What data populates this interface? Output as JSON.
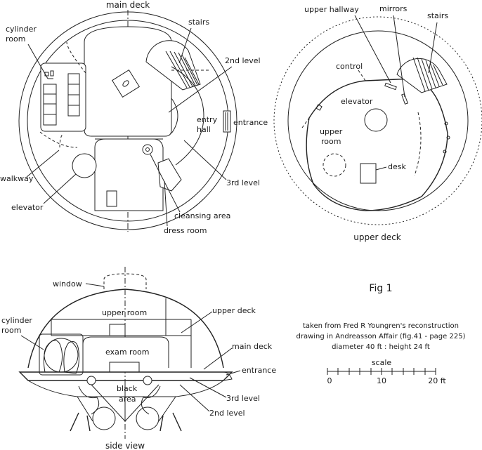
{
  "main_deck": {
    "title": "main deck",
    "labels": {
      "cylinder_room_1": "cylinder",
      "cylinder_room_2": "room",
      "stairs": "stairs",
      "second_level": "2nd level",
      "entry_hall_1": "entry",
      "entry_hall_2": "hall",
      "entrance": "entrance",
      "third_level": "3rd level",
      "walkway": "walkway",
      "elevator": "elevator",
      "cleansing_area": "cleansing area",
      "dress_room": "dress room"
    }
  },
  "upper_deck": {
    "title": "upper deck",
    "labels": {
      "upper_hallway": "upper hallway",
      "mirrors": "mirrors",
      "stairs": "stairs",
      "control": "control",
      "elevator": "elevator",
      "upper_room_1": "upper",
      "upper_room_2": "room",
      "desk": "desk"
    }
  },
  "side_view": {
    "title": "side view",
    "labels": {
      "window": "window",
      "upper_room": "upper room",
      "upper_deck": "upper deck",
      "cylinder_room_1": "cylinder",
      "cylinder_room_2": "room",
      "exam_room": "exam room",
      "main_deck": "main deck",
      "entrance": "entrance",
      "black_area_1": "black",
      "black_area_2": "area",
      "third_level": "3rd level",
      "second_level": "2nd level"
    }
  },
  "caption": {
    "fig": "Fig 1",
    "line1": "taken from Fred R Youngren's reconstruction",
    "line2": "drawing in Andreasson Affair (fig.41 - page 225)",
    "line3": "diameter 40 ft : height 24 ft"
  },
  "scale": {
    "title": "scale",
    "ticks": [
      "0",
      "10",
      "20 ft"
    ]
  }
}
